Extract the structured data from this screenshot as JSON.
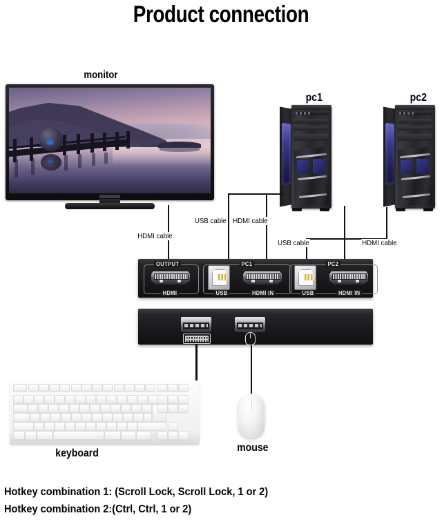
{
  "title": "Product connection",
  "device_labels": {
    "monitor": "monitor",
    "pc1": "pc1",
    "pc2": "pc2",
    "keyboard": "keyboard",
    "mouse": "mouse"
  },
  "cable_labels": {
    "monitor_hdmi": "HDMI cable",
    "pc1_usb": "USB cable",
    "pc1_hdmi": "HDMI cable",
    "pc2_usb": "USB cable",
    "pc2_hdmi": "HDMI cable"
  },
  "kvm_back_panel": {
    "groups": [
      {
        "top_label": "OUTPUT",
        "ports": [
          {
            "bottom_label": "HDMI",
            "type": "hdmi"
          }
        ]
      },
      {
        "top_label": "PC1",
        "ports": [
          {
            "bottom_label": "USB",
            "type": "usb-b"
          },
          {
            "bottom_label": "HDMI IN",
            "type": "hdmi"
          }
        ]
      },
      {
        "top_label": "PC2",
        "ports": [
          {
            "bottom_label": "USB",
            "type": "usb-b"
          },
          {
            "bottom_label": "HDMI IN",
            "type": "hdmi"
          }
        ]
      }
    ]
  },
  "kvm_front_panel": {
    "ports": [
      {
        "type": "usb-a",
        "icon": "keyboard-icon"
      },
      {
        "type": "usb-a",
        "icon": "mouse-icon"
      }
    ]
  },
  "hotkeys": {
    "line1": "Hotkey combination 1: (Scroll Lock, Scroll Lock, 1 or 2)",
    "line2": "Hotkey combination 2:(Ctrl, Ctrl, 1 or 2)"
  },
  "colors": {
    "background": "#ffffff",
    "text": "#000000",
    "wire": "#111111",
    "device_body": "#1a1a1c",
    "port_metal": "#cfcfd4",
    "pc_window_glow": "#3a3a8e",
    "screen_sky": "#d9b5c0",
    "screen_water": "#4a4268"
  }
}
